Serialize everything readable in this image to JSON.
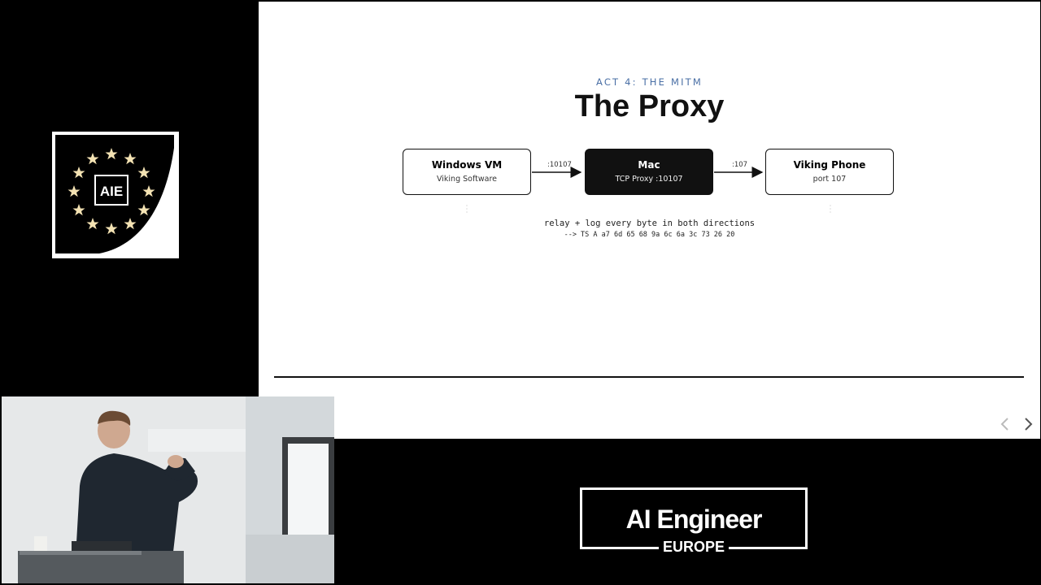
{
  "slide": {
    "eyebrow": "ACT 4: THE MITM",
    "title": "The Proxy",
    "nodes": [
      {
        "title": "Windows VM",
        "subtitle": "Viking Software"
      },
      {
        "title": "Mac",
        "subtitle": "TCP Proxy :10107"
      },
      {
        "title": "Viking Phone",
        "subtitle": "port 107"
      }
    ],
    "ports": [
      ":10107",
      ":107"
    ],
    "relay_text": "relay + log every byte in both directions",
    "bytes_text": "--> TS A a7 6d 65 68 9a 6c 6a 3c 73 26 20"
  },
  "logos": {
    "aie_badge": "AIE",
    "brand_main": "AI Engineer",
    "brand_sub": "EUROPE"
  },
  "colors": {
    "eyebrow": "#4a6fa5",
    "star": "#f3e2b3",
    "dark_node": "#111111"
  }
}
